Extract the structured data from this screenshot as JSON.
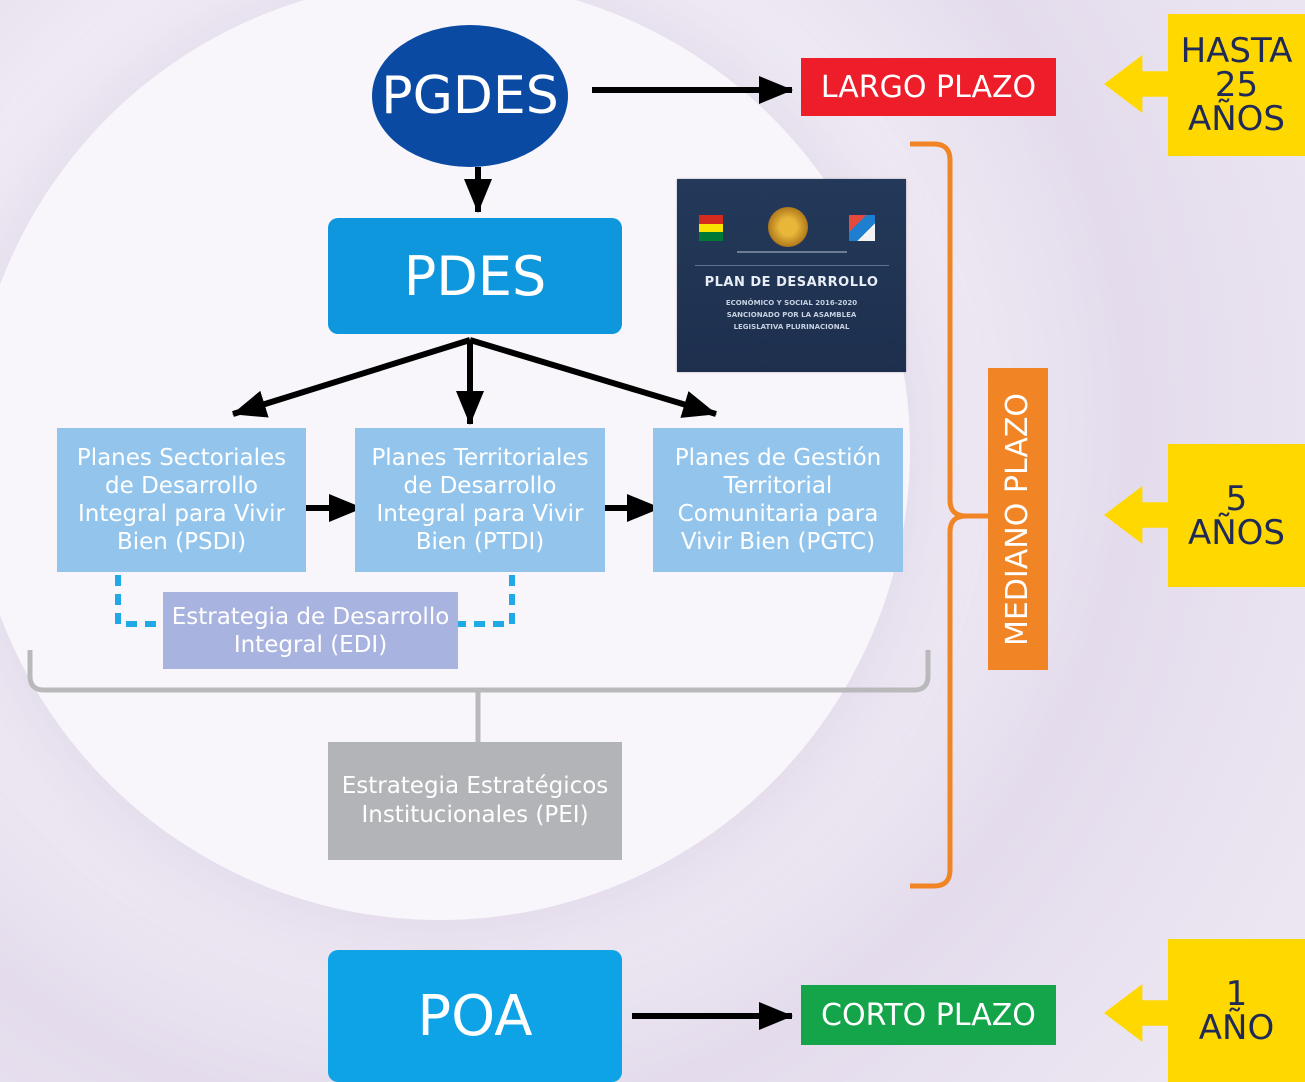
{
  "nodes": {
    "pgdes": "PGDES",
    "pdes": "PDES",
    "psdi": "Planes Sectoriales de Desarrollo Integral para Vivir Bien (PSDI)",
    "ptdi": "Planes Territoriales de Desarrollo Integral para Vivir Bien (PTDI)",
    "pgtc": "Planes de Gestión Territorial Comunitaria para Vivir Bien (PGTC)",
    "edi": "Estrategia de Desarrollo Integral (EDI)",
    "pei": "Estrategia Estratégicos Institucionales (PEI)",
    "poa": "POA"
  },
  "terms": {
    "largo": "LARGO PLAZO",
    "mediano": "MEDIANO PLAZO",
    "corto": "CORTO PLAZO"
  },
  "durations": {
    "largo": [
      "HASTA",
      "25",
      "AÑOS"
    ],
    "mediano": [
      "5",
      "AÑOS"
    ],
    "corto": [
      "1",
      "AÑO"
    ]
  },
  "poster": {
    "title": "PLAN DE DESARROLLO",
    "subtitle": "ECONÓMICO Y SOCIAL 2016-2020\nSANCIONADO POR LA ASAMBLEA\nLEGISLATIVA PLURINACIONAL"
  },
  "colors": {
    "pgdes": "#0b4aa2",
    "pdes": "#0e97dd",
    "poa": "#0ea2e6",
    "plans": "#93c5ec",
    "edi": "#a9b3df",
    "pei": "#b3b4b8",
    "largo": "#ee1d2a",
    "corto": "#14a44a",
    "mediano": "#f18526",
    "duration": "#ffd800"
  }
}
